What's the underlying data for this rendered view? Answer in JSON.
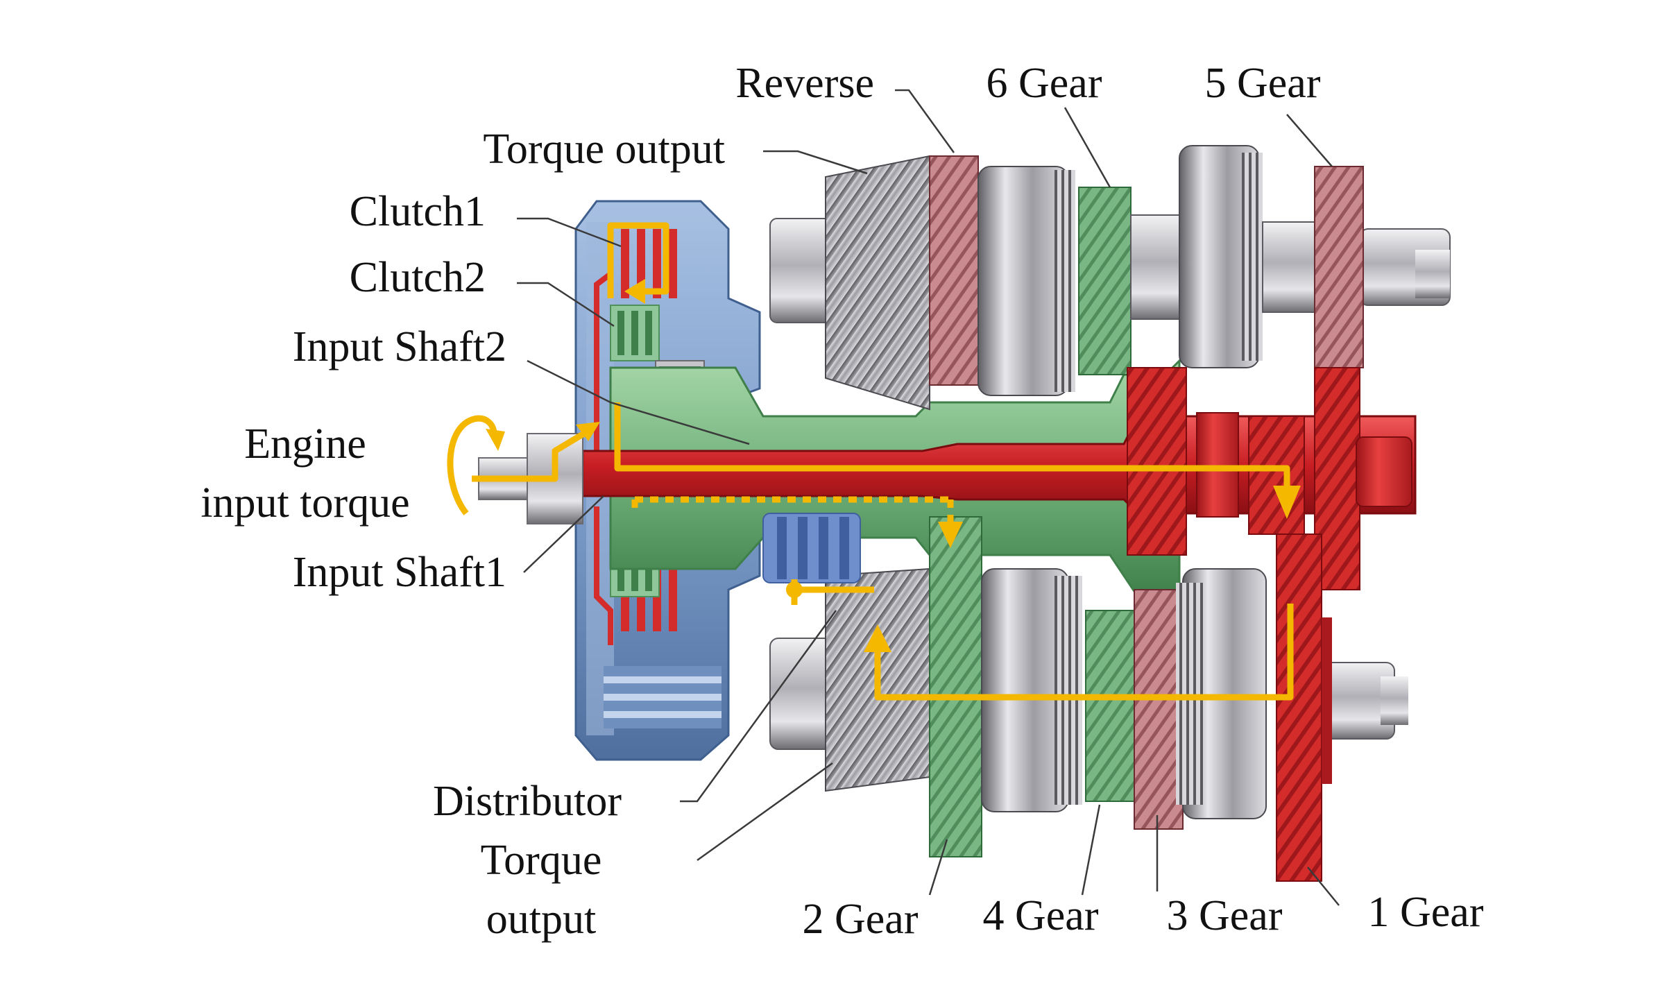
{
  "labels": {
    "reverse": "Reverse",
    "gear6": "6 Gear",
    "gear5": "5 Gear",
    "torque_output_top": "Torque output",
    "clutch1": "Clutch1",
    "clutch2": "Clutch2",
    "input_shaft2": "Input Shaft2",
    "engine_line1": "Engine",
    "engine_line2": "input torque",
    "input_shaft1": "Input Shaft1",
    "distributor": "Distributor",
    "torque_output_bottom_line1": "Torque",
    "torque_output_bottom_line2": "output",
    "gear2": "2 Gear",
    "gear4": "4 Gear",
    "gear3": "3 Gear",
    "gear1": "1 Gear"
  },
  "colors": {
    "clutch_housing": "#7f9fcc",
    "clutch_housing_dark": "#4f6f9f",
    "input_shaft1": "#d42b2b",
    "input_shaft2": "#6faa6f",
    "steel": "#b8b8bc",
    "steel_dark": "#6e6e72",
    "reddish_gear": "#b96b70",
    "green_gear": "#6fb07a",
    "torque_flow": "#f5b800",
    "label_text": "#111111"
  },
  "icons": {
    "engine_rotation": "curved-rotation-arrow-icon",
    "flow_arrows": "torque-flow-arrow-icon"
  }
}
